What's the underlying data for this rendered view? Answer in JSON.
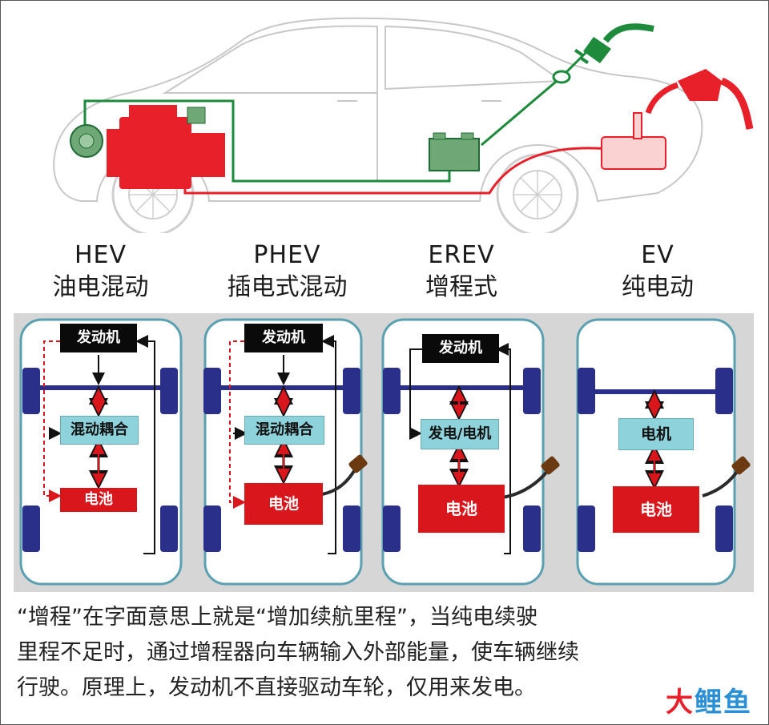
{
  "types": [
    {
      "code": "HEV",
      "name": "油电混动"
    },
    {
      "code": "PHEV",
      "name": "插电式混动"
    },
    {
      "code": "EREV",
      "name": "增程式"
    },
    {
      "code": "EV",
      "name": "纯电动"
    }
  ],
  "diagrams": [
    {
      "engine": "发动机",
      "coupler": "混动耦合",
      "battery": "电池"
    },
    {
      "engine": "发动机",
      "coupler": "混动耦合",
      "battery": "电池"
    },
    {
      "engine": "发动机",
      "generator": "发电/电机",
      "battery": "电池"
    },
    {
      "motor": "电机",
      "battery": "电池"
    }
  ],
  "caption": {
    "line1": "“增程”在字面意思上就是“增加续航里程”，当纯电续驶",
    "line2": "里程不足时，通过增程器向车辆输入外部能量，使车辆继续",
    "line3": "行驶。原理上，发动机不直接驱动车轮，仅用来发电。"
  },
  "watermark": {
    "c1": "大",
    "c2": "鲤",
    "c3": "鱼"
  },
  "colors": {
    "engine": "#e8202a",
    "battery": "#d8161c",
    "coupler": "#8ed3dc",
    "green": "#1e8a3c",
    "chassis": "#5aa0b0",
    "axle": "#2a2f8a"
  }
}
